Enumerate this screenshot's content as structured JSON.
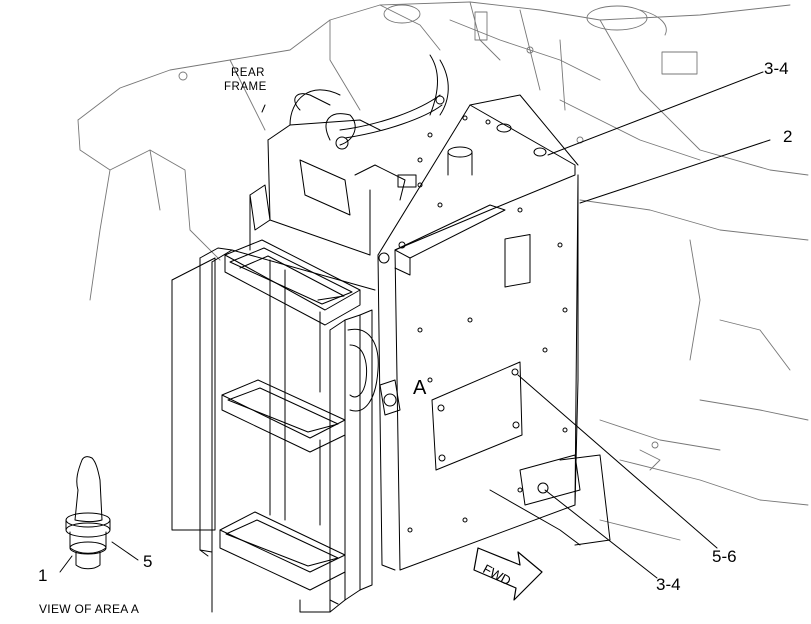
{
  "labels": {
    "rear_frame_line1": "REAR",
    "rear_frame_line2": "FRAME",
    "callout_3_4_top": "3-4",
    "callout_2": "2",
    "callout_area_a": "A",
    "callout_1": "1",
    "callout_5": "5",
    "callout_5_6": "5-6",
    "callout_3_4_bottom": "3-4",
    "fwd_arrow": "FWD",
    "view_of_area": "VIEW OF AREA  A"
  }
}
